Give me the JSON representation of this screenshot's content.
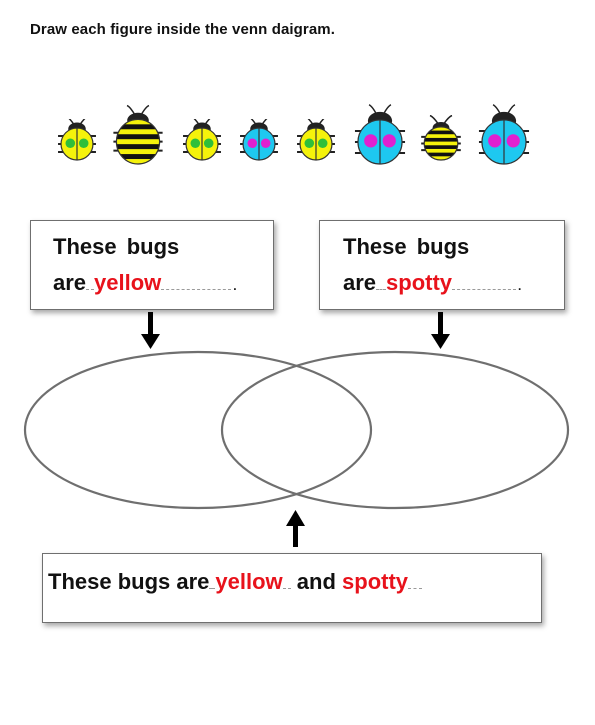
{
  "instruction": "Draw each figure inside the venn daigram.",
  "bugs": [
    {
      "kind": "ladybug",
      "size": "small",
      "body_color": "#f5f20b",
      "spot_color": "#2fbf3a"
    },
    {
      "kind": "bee",
      "size": "large"
    },
    {
      "kind": "ladybug",
      "size": "small",
      "body_color": "#f5f20b",
      "spot_color": "#2fbf3a"
    },
    {
      "kind": "ladybug",
      "size": "small",
      "body_color": "#1ec8f0",
      "spot_color": "#e020d0"
    },
    {
      "kind": "ladybug",
      "size": "small",
      "body_color": "#f5f20b",
      "spot_color": "#2fbf3a"
    },
    {
      "kind": "ladybug",
      "size": "large",
      "body_color": "#1ec8f0",
      "spot_color": "#e020d0"
    },
    {
      "kind": "bee",
      "size": "small"
    },
    {
      "kind": "ladybug",
      "size": "large",
      "body_color": "#1ec8f0",
      "spot_color": "#e020d0"
    }
  ],
  "left_box": {
    "line1": "These  bugs",
    "prefix": "are",
    "answer": "yellow"
  },
  "right_box": {
    "line1": "These  bugs",
    "prefix": "are",
    "answer": "spotty"
  },
  "bottom_box": {
    "prefix": "These bugs are",
    "answer1": "yellow",
    "connector": "and",
    "answer2": "spotty"
  },
  "colors": {
    "answer": "#e8121b",
    "outline": "#6f6f6f",
    "bee_yellow": "#f5f20b",
    "ladybug_yellow": "#f5f20b",
    "ladybug_blue": "#1ec8f0"
  }
}
